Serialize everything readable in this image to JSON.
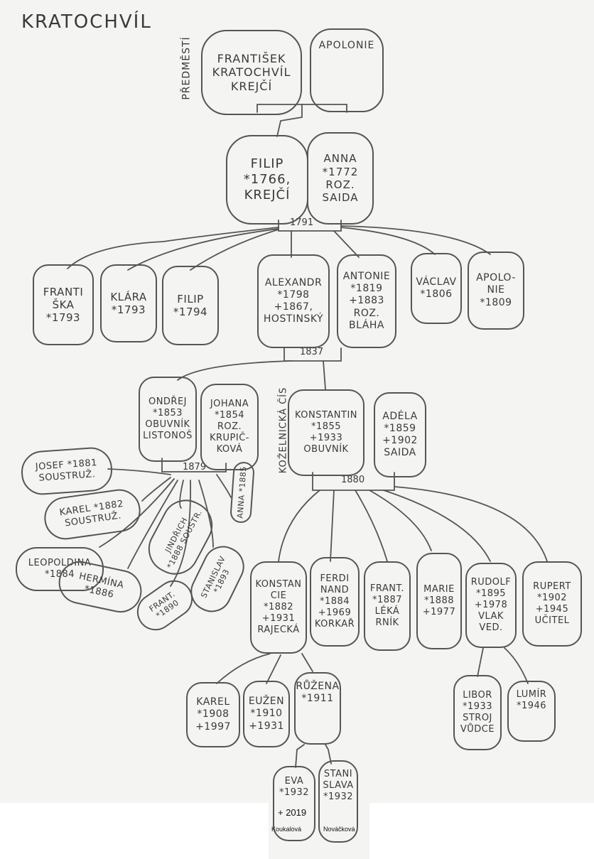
{
  "title": "KRATOCHVÍL",
  "side_labels": {
    "predmesti": "PŘEDMĚSTÍ",
    "kozelnicka": "KOŽELNICKÁ ČÍS"
  },
  "years": {
    "y1791": "1791",
    "y1837": "1837",
    "y1879": "1879",
    "y1880": "1880"
  },
  "people": {
    "frantisek": [
      "FRANTIŠEK",
      "KRATOCHVÍL",
      "KREJČÍ"
    ],
    "apolonie_sr": [
      "APOLONIE"
    ],
    "filip": [
      "FILIP",
      "*1766,",
      "KREJČÍ"
    ],
    "anna": [
      "ANNA",
      "*1772",
      "ROZ.",
      "SAIDA"
    ],
    "frantiska": [
      "FRANTI",
      "ŠKA",
      "*1793"
    ],
    "klara": [
      "KLÁRA",
      "*1793"
    ],
    "filip2": [
      "FILIP",
      "*1794"
    ],
    "alexandr": [
      "ALEXANDR",
      "*1798",
      "+1867,",
      "HOSTINSKÝ"
    ],
    "antonie": [
      "ANTONIE",
      "*1819",
      "+1883",
      "ROZ.",
      "BLÁHA"
    ],
    "vaclav": [
      "VÁCLAV",
      "*1806"
    ],
    "apolonie": [
      "APOLO-",
      "NIE",
      "*1809"
    ],
    "ondrej": [
      "ONDŘEJ",
      "*1853",
      "OBUVNÍK",
      "LISTONOŠ"
    ],
    "johana": [
      "JOHANA",
      "*1854",
      "ROZ.",
      "KRUPIČ-",
      "KOVÁ"
    ],
    "konstantin": [
      "KONSTANTIN",
      "*1855",
      "+1933",
      "OBUVNÍK"
    ],
    "adela": [
      "ADÉLA",
      "*1859",
      "+1902",
      "SAIDA"
    ],
    "josef": [
      "JOSEF *1881",
      "SOUSTRUŽ."
    ],
    "karel_s": [
      "KAREL *1882",
      "SOUSTRUŽ."
    ],
    "leopoldina": [
      "LEOPOLDINA",
      "*1884"
    ],
    "hermina": [
      "HERMÍNA",
      "*1886"
    ],
    "frant_1890": [
      "FRANT.",
      "*1890"
    ],
    "jindrich": [
      "JINDŘICH",
      "*1888 SOUSTR."
    ],
    "stanislav": [
      "STANISLAV",
      "*1893"
    ],
    "anna_1885": [
      "ANNA *1885"
    ],
    "konstancie": [
      "KONSTAN",
      "CIE",
      "*1882",
      "+1931",
      "RAJECKÁ"
    ],
    "ferdinand": [
      "FERDI",
      "NAND",
      "*1884",
      "+1969",
      "KORKAŘ"
    ],
    "frant_1887": [
      "FRANT.",
      "*1887",
      "LÉKÁ",
      "RNÍK"
    ],
    "marie": [
      "MARIE",
      "*1888",
      "+1977"
    ],
    "rudolf": [
      "RUDOLF",
      "*1895",
      "+1978",
      "VLAK",
      "VED."
    ],
    "rupert": [
      "RUPERT",
      "*1902",
      "+1945",
      "UČITEL"
    ],
    "karel": [
      "KAREL",
      "*1908",
      "+1997"
    ],
    "euzen": [
      "EUŽEN",
      "*1910",
      "+1931"
    ],
    "ruzena": [
      "RŮŽENA",
      "*1911"
    ],
    "libor": [
      "LIBOR",
      "*1933",
      "STROJ",
      "VŮDCE"
    ],
    "lumir": [
      "LUMÍR",
      "*1946"
    ],
    "eva": [
      "EVA",
      "*1932"
    ],
    "stanislava": [
      "STANI",
      "SLAVA",
      "*1932"
    ]
  },
  "printed_notes": {
    "death": "+ 2019",
    "eva_surname": "Koukalová",
    "stanislava_surname": "Nováčková"
  },
  "colors": {
    "ink": "#3a3a3a",
    "paper": "#f4f4f2",
    "line": "#555555"
  }
}
